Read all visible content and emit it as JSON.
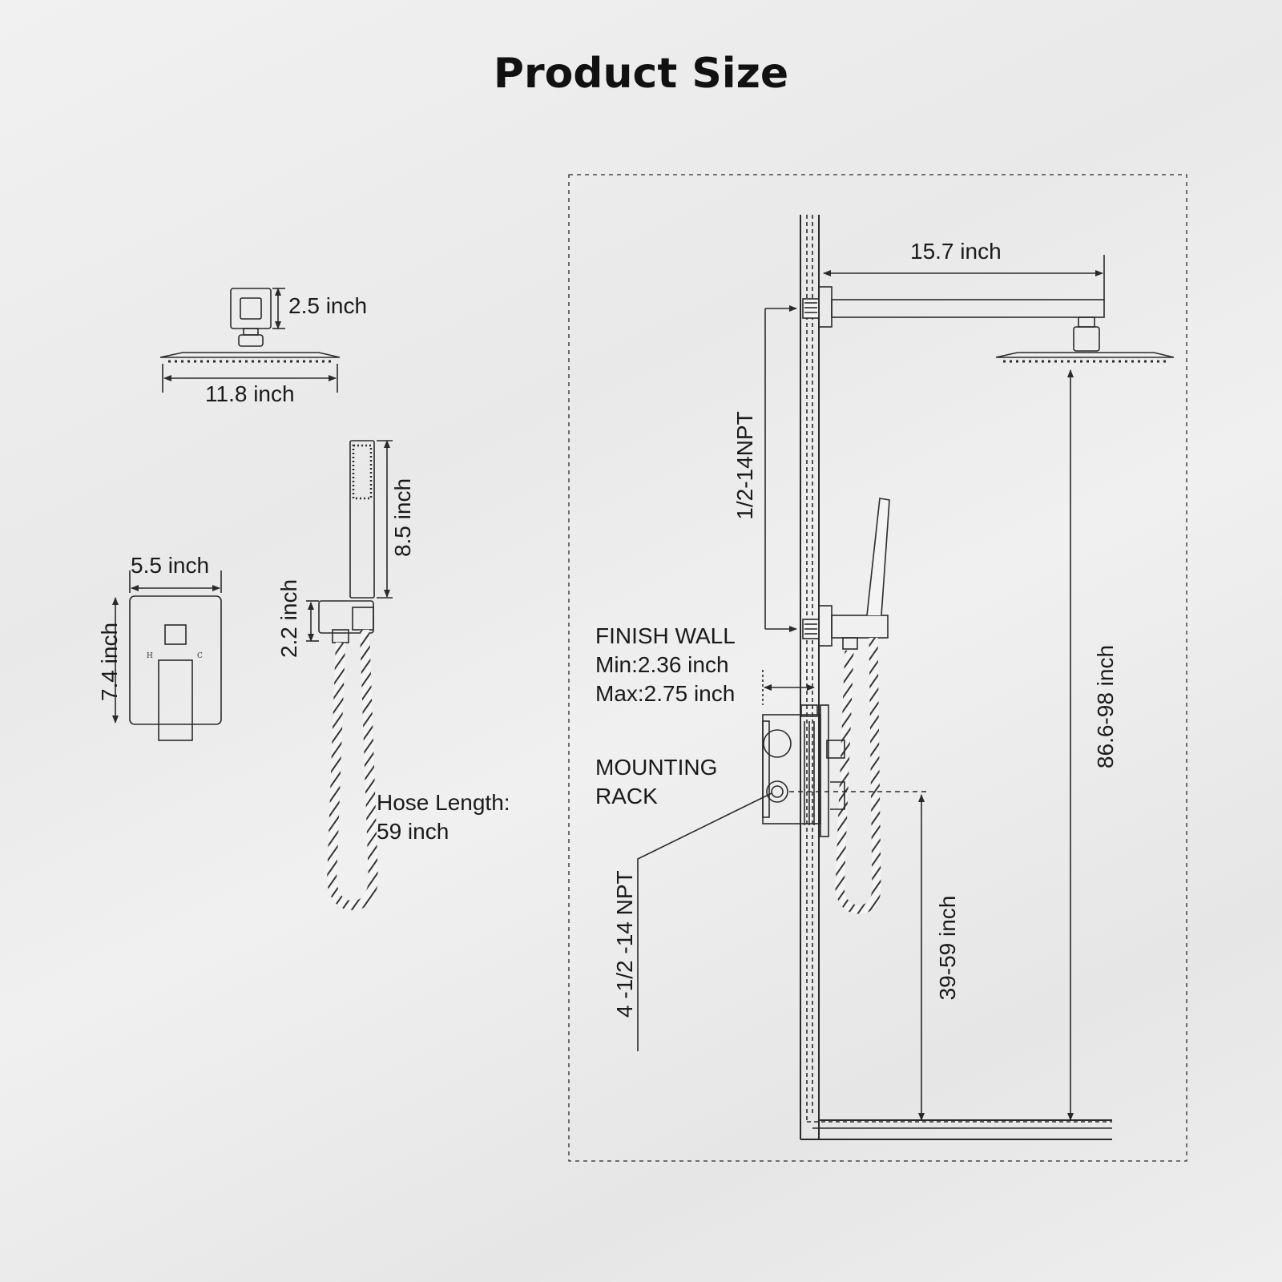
{
  "title": "Product Size",
  "rain_head": {
    "height_label": "2.5 inch",
    "width_label": "11.8 inch"
  },
  "valve_trim": {
    "width_label": "5.5 inch",
    "height_label": "7.4 inch",
    "hot_mark": "H",
    "cold_mark": "C"
  },
  "hand_shower": {
    "length_label": "8.5 inch",
    "holder_label": "2.2 inch",
    "hose_label_line1": "Hose Length:",
    "hose_label_line2": "59 inch"
  },
  "installation": {
    "arm_label": "15.7 inch",
    "thread_label": "1/2-14NPT",
    "finish_wall_title": "FINISH WALL",
    "finish_wall_min": "Min:2.36 inch",
    "finish_wall_max": "Max:2.75 inch",
    "mounting_rack_line1": "MOUNTING",
    "mounting_rack_line2": "RACK",
    "outlets_label": "4 -1/2 -14 NPT",
    "head_height_label": "86.6-98 inch",
    "valve_height_label": "39-59 inch"
  },
  "colors": {
    "line": "#2a2a2a",
    "background": "#ececec"
  }
}
